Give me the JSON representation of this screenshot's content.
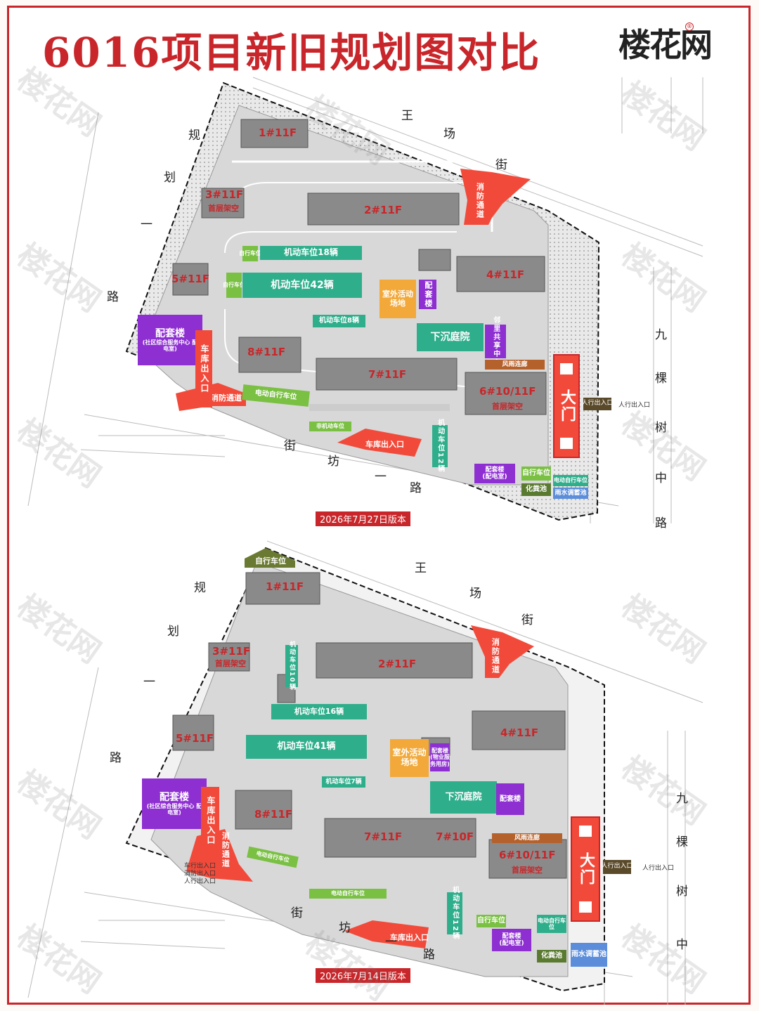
{
  "title": "6016项目新旧规划图对比",
  "logo": "楼花网",
  "watermark": "楼花网",
  "colors": {
    "accent": "#c8262a",
    "green": "#2fae8c",
    "purple": "#8e2fd1",
    "orange": "#f2a93a",
    "fire": "#f24a3a",
    "bike": "#7ac043",
    "blue": "#5b8ddb"
  },
  "roads": {
    "west": [
      "规",
      "划",
      "一",
      "路"
    ],
    "north": [
      "王",
      "场",
      "街"
    ],
    "south": [
      "街",
      "坊",
      "一",
      "路"
    ],
    "east": [
      "九",
      "棵",
      "树",
      "中",
      "路"
    ]
  },
  "plan_top": {
    "version": "2026年7月27日版本",
    "buildings": {
      "b1": "1#11F",
      "b2": "2#11F",
      "b3": "3#11F",
      "b3_note": "首层架空",
      "b4": "4#11F",
      "b5": "5#11F",
      "b6": "6#10/11F",
      "b6_note": "首层架空",
      "b7": "7#11F",
      "b8": "8#11F"
    },
    "parking": {
      "p18": "机动车位18辆",
      "p42": "机动车位42辆",
      "p8": "机动车位8辆",
      "p12": "机动车位12辆",
      "bike_a": "自行车位",
      "bike_b": "自行车位",
      "bike_c": "电动自行车位",
      "bike_d": "非机动车位",
      "bike_e": "电动自行车位"
    },
    "facilities": {
      "support_main": "配套楼",
      "support_main_note": "(社区综合服务中心 配电室)",
      "support_small": "配套楼",
      "outdoor": "室外活动场地",
      "sunken": "下沉庭院",
      "neighbor": "邻里共享中心",
      "corridor": "风雨连廊",
      "support_se": "配套楼",
      "support_se_note": "(配电室)",
      "bike_se": "自行车位",
      "septic": "化粪池",
      "rain": "雨水调蓄池",
      "ebike_se": "电动自行车位"
    },
    "access": {
      "fire_n": "消防通道",
      "fire_s": "消防通道",
      "garage_w": "车库出入口",
      "garage_s": "车库出入口",
      "gate": "大门",
      "people": "人行出入口",
      "people_out": "人行出入口"
    }
  },
  "plan_bottom": {
    "version": "2026年7月14日版本",
    "buildings": {
      "b1": "1#11F",
      "b2": "2#11F",
      "b3": "3#11F",
      "b3_note": "首层架空",
      "b4": "4#11F",
      "b5": "5#11F",
      "b6": "6#10/11F",
      "b6_note": "首层架空",
      "b7a": "7#11F",
      "b7b": "7#10F",
      "b8": "8#11F"
    },
    "parking": {
      "p10": "机动车位10辆",
      "p16": "机动车位16辆",
      "p41": "机动车位41辆",
      "p7": "机动车位7辆",
      "p12": "机动车位12辆",
      "bike_n": "自行车位",
      "bike_s": "电动自行车位",
      "bike_w": "电动自行车位",
      "bike_se": "自行车位",
      "ebike_se": "电动自行车位"
    },
    "facilities": {
      "support_main": "配套楼",
      "support_main_note": "(社区综合服务中心 配电室)",
      "support_small": "配套楼",
      "support_small_note": "(物业服务用房)",
      "outdoor": "室外活动场地",
      "sunken": "下沉庭院",
      "support_mid": "配套楼",
      "corridor": "风雨连廊",
      "support_se": "配套楼",
      "support_se_note": "(配电室)",
      "septic": "化粪池",
      "rain": "雨水调蓄池"
    },
    "access": {
      "fire_n": "消防通道",
      "fire_w": "消防通道",
      "garage_w": "车库出入口",
      "garage_s": "车库出入口",
      "gate": "大门",
      "people": "人行出入口",
      "people_out": "人行出入口",
      "people_w": "车行出入口 消防出入口 人行出入口"
    }
  }
}
